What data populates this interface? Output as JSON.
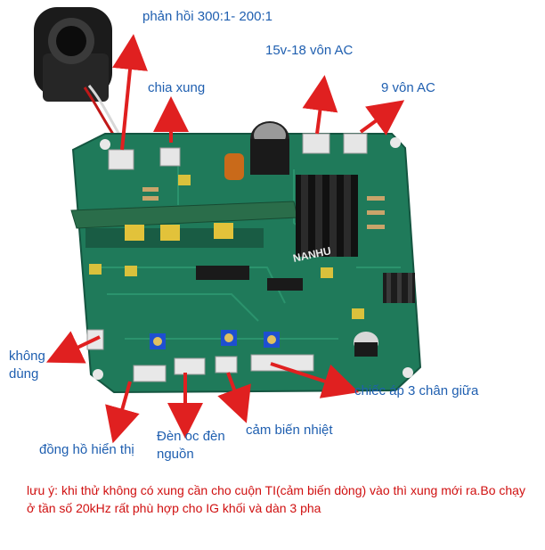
{
  "labels": {
    "feedback": "phản hồi 300:1- 200:1",
    "ac_15_18": "15v-18 vôn AC",
    "pulse_split": "chia xung",
    "ac_9": "9 vôn AC",
    "unused": "không dùng",
    "center_pot": "chiếc áp 3 chân giữa",
    "display_meter": "đồng hồ hiển thị",
    "power_led": "Đèn oc đèn nguồn",
    "temp_sensor": "cảm biến nhiệt"
  },
  "brand": "NANHU",
  "note": "lưu ý: khi thử không có xung cần cho cuộn TI(cảm biến dòng) vào thì xung mới ra.Bo chạy ở tần số 20kHz rất phù hợp cho IG khối và dàn 3 pha",
  "colors": {
    "label_text": "#1f5fb0",
    "note_text": "#d01010",
    "arrow": "#e02020",
    "pcb": "#1f7a5a"
  }
}
